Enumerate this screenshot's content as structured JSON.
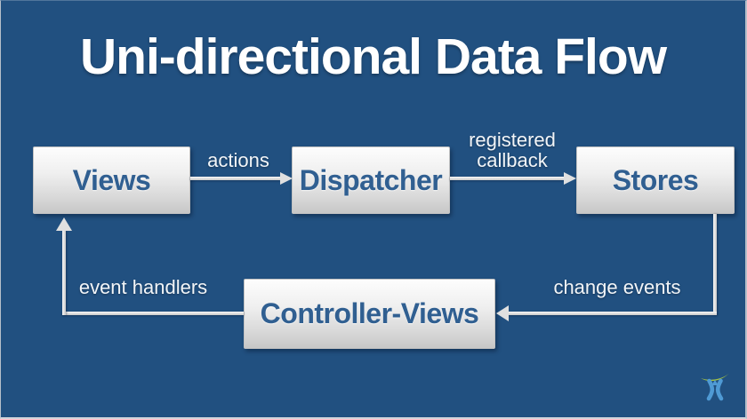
{
  "title": "Uni-directional Data Flow",
  "diagram": {
    "nodes": [
      {
        "id": "views",
        "label": "Views"
      },
      {
        "id": "dispatcher",
        "label": "Dispatcher"
      },
      {
        "id": "stores",
        "label": "Stores"
      },
      {
        "id": "controller_views",
        "label": "Controller-Views"
      }
    ],
    "edges": [
      {
        "from": "views",
        "to": "dispatcher",
        "label": "actions"
      },
      {
        "from": "dispatcher",
        "to": "stores",
        "label": "registered callback"
      },
      {
        "from": "stores",
        "to": "controller_views",
        "label": "change events"
      },
      {
        "from": "controller_views",
        "to": "views",
        "label": "event handlers"
      }
    ]
  },
  "logo": {
    "name": "atlassian-logo"
  },
  "colors": {
    "background": "#215080",
    "title_text": "#ffffff",
    "node_text": "#305f91",
    "edge_label_text": "#f2f5f8",
    "arrow": "#e0e0e0",
    "node_fill_top": "#fdfdfd",
    "node_fill_bottom": "#c7c7c7",
    "logo_green": "#a6c442",
    "logo_blue": "#4f9ad4"
  }
}
